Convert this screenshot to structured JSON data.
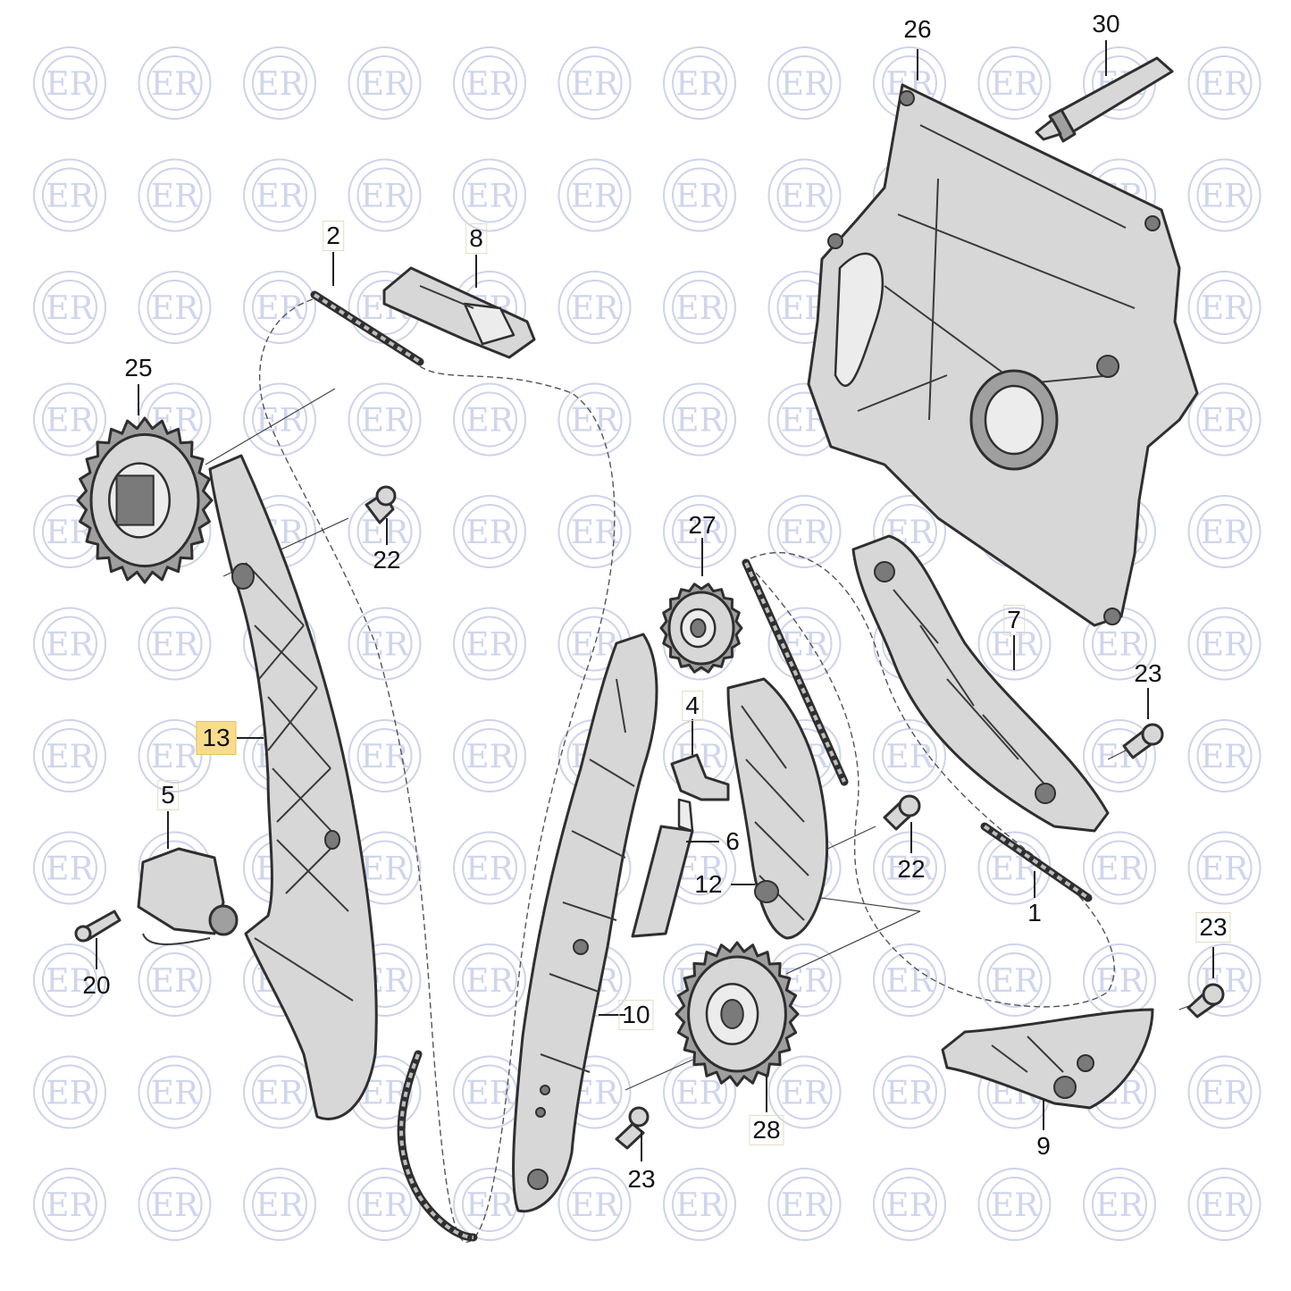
{
  "watermark": {
    "text": "ER",
    "color": "#cfd5ec"
  },
  "highlight_color": "#f8dc8e",
  "callouts": [
    {
      "id": "c26",
      "label": "26"
    },
    {
      "id": "c30",
      "label": "30"
    },
    {
      "id": "c2",
      "label": "2"
    },
    {
      "id": "c8",
      "label": "8"
    },
    {
      "id": "c25",
      "label": "25"
    },
    {
      "id": "c22a",
      "label": "22"
    },
    {
      "id": "c27",
      "label": "27"
    },
    {
      "id": "c7",
      "label": "7"
    },
    {
      "id": "c23a",
      "label": "23"
    },
    {
      "id": "c4",
      "label": "4"
    },
    {
      "id": "c13",
      "label": "13",
      "highlighted": true
    },
    {
      "id": "c5",
      "label": "5"
    },
    {
      "id": "c6",
      "label": "6"
    },
    {
      "id": "c22b",
      "label": "22"
    },
    {
      "id": "c12",
      "label": "12"
    },
    {
      "id": "c1",
      "label": "1"
    },
    {
      "id": "c23b",
      "label": "23"
    },
    {
      "id": "c20",
      "label": "20"
    },
    {
      "id": "c10",
      "label": "10"
    },
    {
      "id": "c28",
      "label": "28"
    },
    {
      "id": "c9",
      "label": "9"
    },
    {
      "id": "c23c",
      "label": "23"
    }
  ]
}
